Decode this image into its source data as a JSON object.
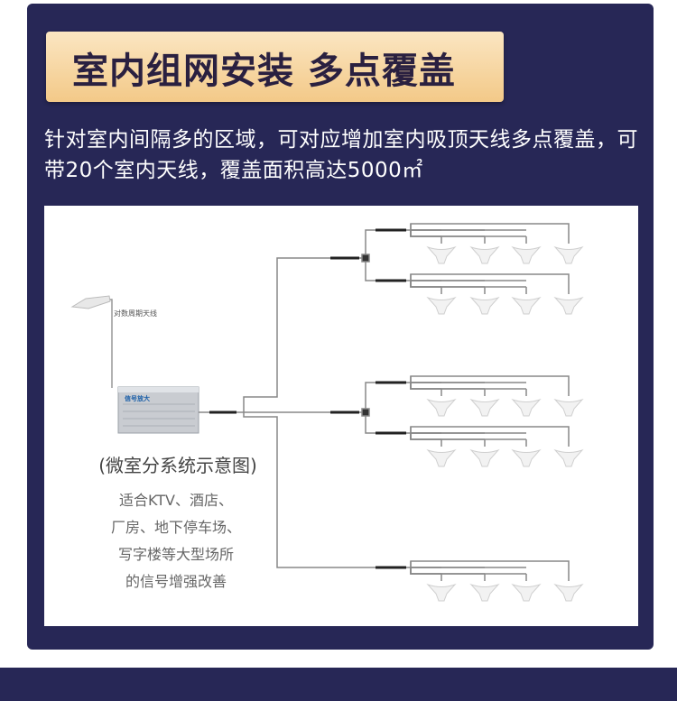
{
  "header": {
    "title": "室内组网安装  多点覆盖"
  },
  "description": "针对室内间隔多的区域，可对应增加室内吸顶天线多点覆盖，可带20个室内天线，覆盖面积高达5000㎡",
  "diagram": {
    "outdoor_antenna_label": "对数周期天线",
    "unit_label": "信号放大",
    "caption_title": "(微室分系统示意图)",
    "caption_lines": [
      "适合KTV、酒店、",
      "厂房、地下停车场、",
      "写字楼等大型场所",
      "的信号增强改善"
    ],
    "antenna_groups": 5,
    "antennas_per_group": 4
  },
  "colors": {
    "background": "#272756",
    "badge": "#f3c988",
    "title_text": "#2a2040"
  }
}
